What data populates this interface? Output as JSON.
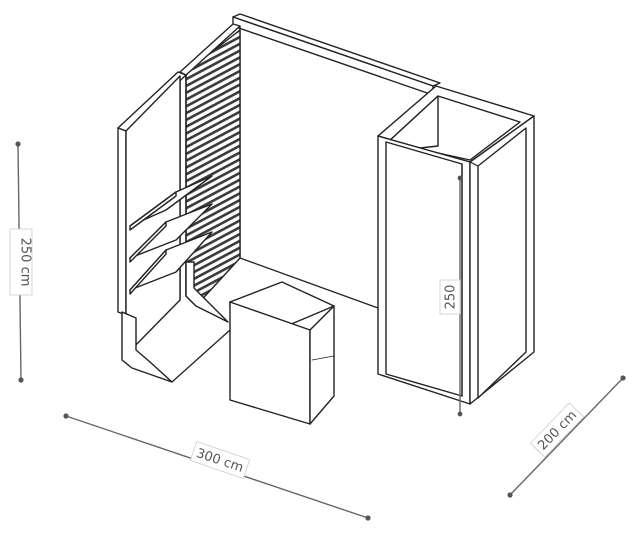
{
  "dimensions": {
    "height_label": "250 cm",
    "width_label": "300 cm",
    "depth_label": "200 cm",
    "cabinet_height_label": "250"
  },
  "colors": {
    "line": "#222222",
    "dimension_line": "#666666",
    "panel_fill": "#ffffff",
    "slat_fill": "#3a3a3a"
  }
}
